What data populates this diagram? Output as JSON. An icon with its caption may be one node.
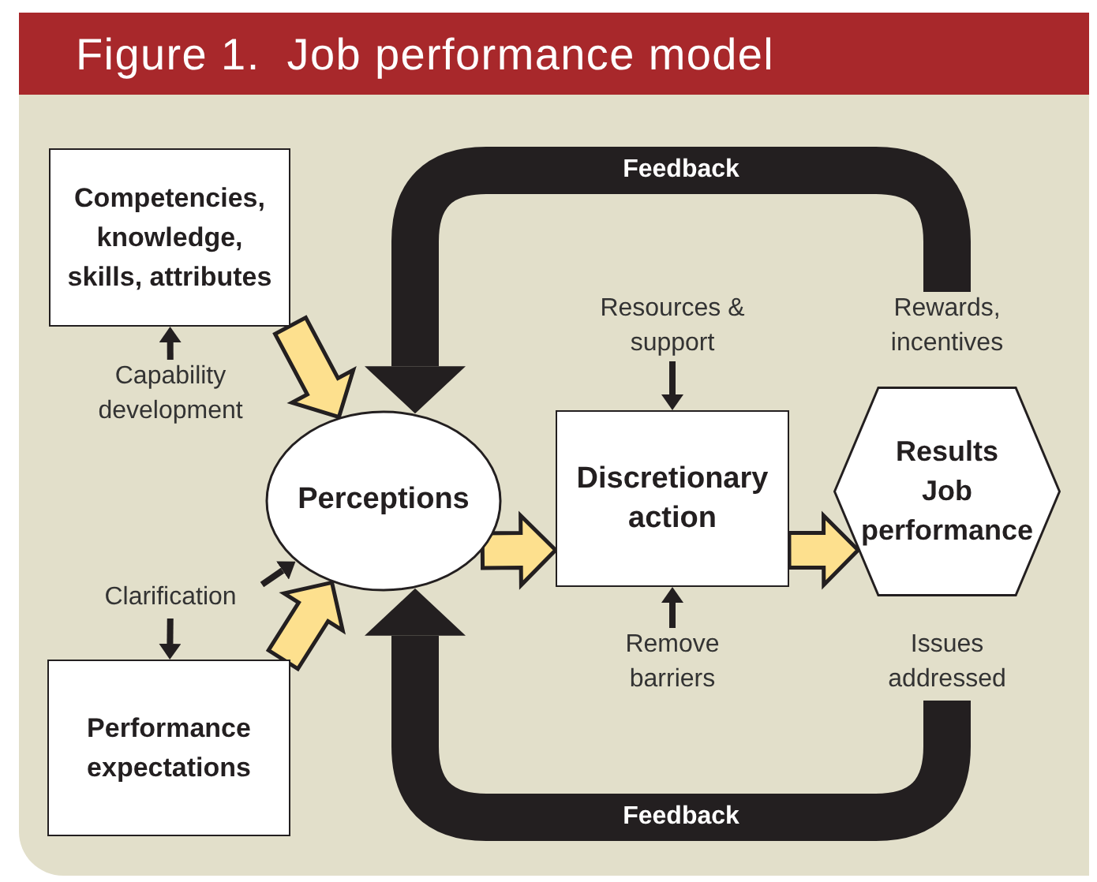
{
  "diagram": {
    "title": "Figure 1.  Job performance model",
    "nodes": [
      {
        "text": [
          "Competencies, knowledge, skills, attributes"
        ]
      },
      {
        "text": [
          "Capability development"
        ]
      },
      {
        "text": [
          "Perceptions"
        ]
      },
      {
        "text": [
          "Clarification"
        ]
      },
      {
        "text": [
          "Performance expectations"
        ]
      },
      {
        "text": [
          "Resources & support"
        ]
      },
      {
        "text": [
          "Discretionary action"
        ]
      },
      {
        "text": [
          "Remove barriers"
        ]
      },
      {
        "text": [
          "Results",
          "Job performance"
        ]
      },
      {
        "text": [
          "Rewards, incentives"
        ]
      },
      {
        "text": [
          "Issues addressed"
        ]
      }
    ],
    "edges": [
      {
        "from": 1,
        "to": 0,
        "arrow": "to"
      },
      {
        "from": 0,
        "to": 2,
        "arrow": "to",
        "style": "thick",
        "color": "#fde08e"
      },
      {
        "from": 3,
        "to": 2,
        "arrow": "to"
      },
      {
        "from": 3,
        "to": 4,
        "arrow": "to"
      },
      {
        "from": 4,
        "to": 2,
        "arrow": "to",
        "style": "thick",
        "color": "#fde08e"
      },
      {
        "from": 5,
        "to": 6,
        "arrow": "to"
      },
      {
        "from": 7,
        "to": 6,
        "arrow": "to"
      },
      {
        "from": 2,
        "to": 6,
        "arrow": "to",
        "style": "thick",
        "color": "#fde08e"
      },
      {
        "from": 6,
        "to": 8,
        "arrow": "to",
        "style": "thick",
        "color": "#fde08e"
      },
      {
        "from": 9,
        "to": 2,
        "arrow": "to",
        "label": "Feedback",
        "style": "thick"
      },
      {
        "from": 10,
        "to": 2,
        "arrow": "to",
        "label": "Feedback",
        "style": "thick"
      }
    ]
  }
}
